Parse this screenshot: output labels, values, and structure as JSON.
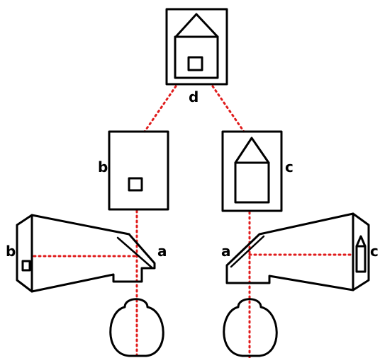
{
  "colors": {
    "ink": "#000000",
    "ray": "#e01b1b",
    "background": "#ffffff"
  },
  "labels": {
    "d": "d",
    "b": "b",
    "c": "c",
    "a": "a"
  },
  "icons": {
    "eye": "eye-icon",
    "house": "house-icon",
    "window": "window-square-icon"
  }
}
